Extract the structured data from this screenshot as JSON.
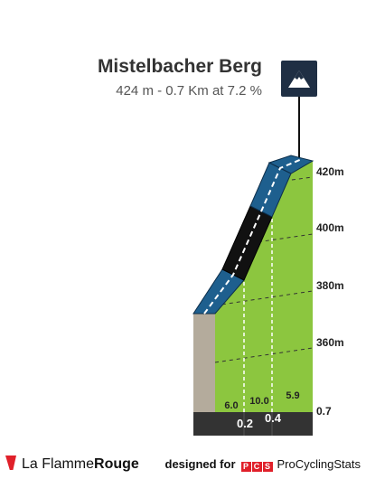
{
  "header": {
    "title": "Mistelbacher Berg",
    "stats": "424 m - 0.7 Km at 7.2 %",
    "summit_icon": "mountain-summit-icon"
  },
  "profile": {
    "altitude_labels": [
      "420m",
      "400m",
      "380m",
      "360m"
    ],
    "segments": [
      {
        "gradient": "6.0",
        "distance": "0.2",
        "color": "#1e5f8e"
      },
      {
        "gradient": "10.0",
        "distance": "0.4",
        "color": "#111111"
      },
      {
        "gradient": "5.9",
        "distance": "",
        "color": "#1e5f8e"
      }
    ],
    "total_distance": "0.7",
    "colors": {
      "profile_fill": "#8cc63f",
      "side_fill": "#b4ab9c",
      "base_bar": "#333333"
    }
  },
  "footer": {
    "brand_light": "La Flamme",
    "brand_bold": "Rouge",
    "designed_for": "designed for",
    "pcs_letters": [
      "P",
      "C",
      "S"
    ],
    "pcs_name": "ProCyclingStats"
  }
}
